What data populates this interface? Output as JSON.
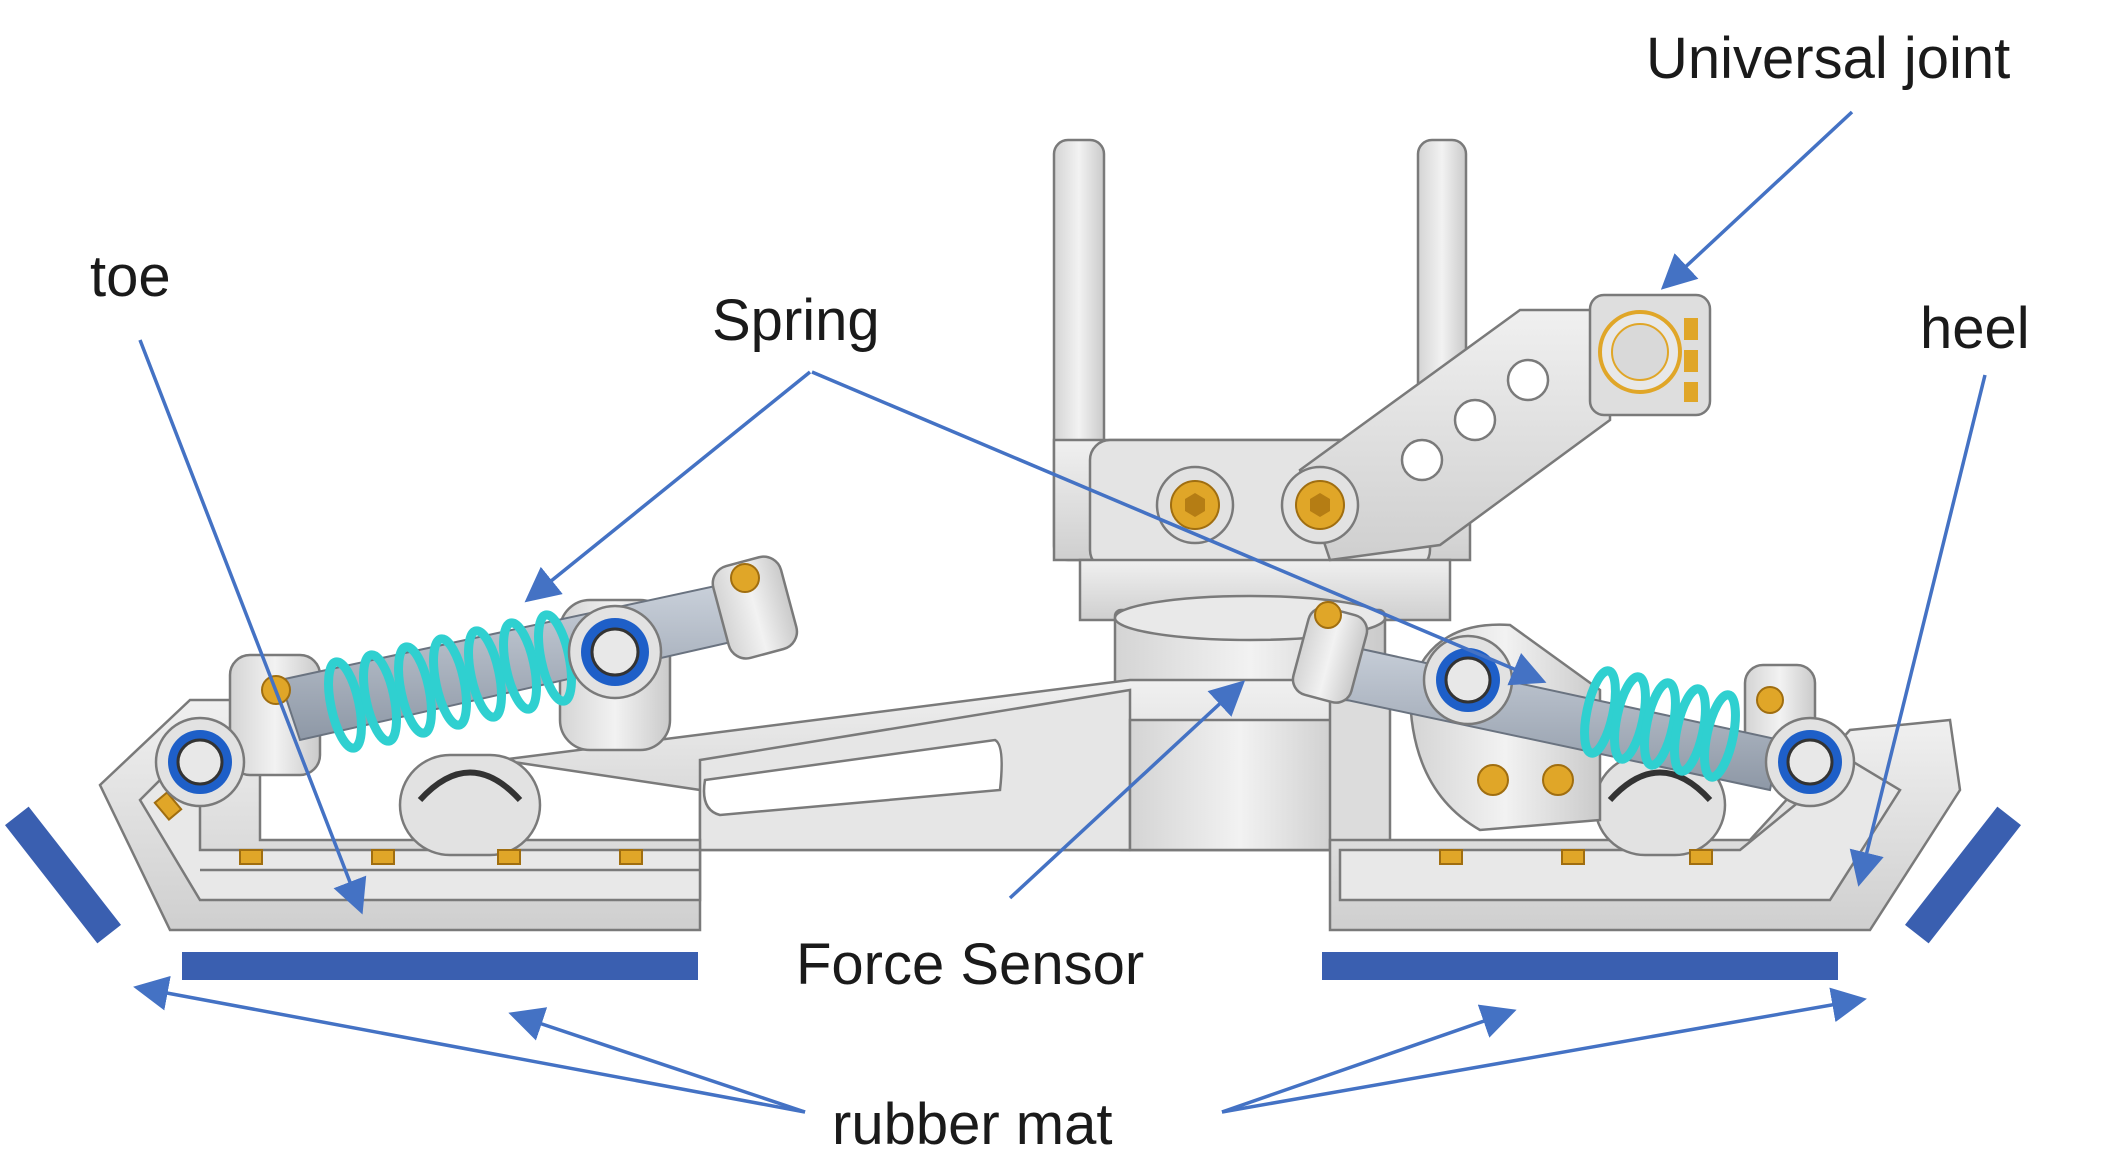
{
  "labels": {
    "universal_joint": "Universal joint",
    "toe": "toe",
    "spring": "Spring",
    "heel": "heel",
    "force_sensor": "Force Sensor",
    "rubber_mat": "rubber mat"
  },
  "colors": {
    "arrow": "#4472c4",
    "rubber_mat": "#3a5fb0",
    "metal_light": "#e2e2e2",
    "metal_mid": "#c8c8c8",
    "metal_edge": "#7a7a7a",
    "bolt": "#e0a628",
    "spring": "#2fd0d0",
    "bearing": "#1e5fc8",
    "rod": "#a8b2c0"
  }
}
